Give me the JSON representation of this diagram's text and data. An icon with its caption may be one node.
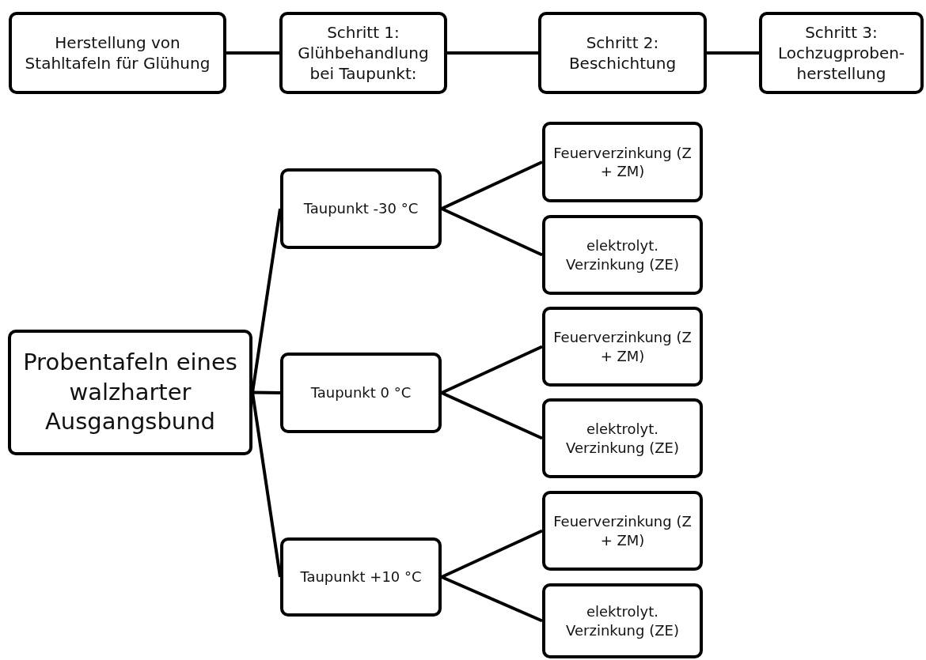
{
  "diagram": {
    "nodes": [
      {
        "text": [
          "Herstellung von Stahltafeln für Glühung"
        ]
      },
      {
        "text": [
          "Schritt 1: Glühbehandlung bei Taupunkt:"
        ]
      },
      {
        "text": [
          "Schritt 2: Beschichtung"
        ]
      },
      {
        "text": [
          "Schritt 3: Lochzugproben-herstellung"
        ]
      },
      {
        "text": [
          "Probentafeln eines walzharter Ausgangsbund"
        ]
      },
      {
        "text": [
          "Taupunkt -30 °C"
        ]
      },
      {
        "text": [
          "Feuerverzinkung (Z + ZM)"
        ]
      },
      {
        "text": [
          "elektrolyt. Verzinkung (ZE)"
        ]
      },
      {
        "text": [
          "Taupunkt 0 °C"
        ]
      },
      {
        "text": [
          "Feuerverzinkung (Z + ZM)"
        ]
      },
      {
        "text": [
          "elektrolyt. Verzinkung (ZE)"
        ]
      },
      {
        "text": [
          "Taupunkt +10 °C"
        ]
      },
      {
        "text": [
          "Feuerverzinkung (Z + ZM)"
        ]
      },
      {
        "text": [
          "elektrolyt. Verzinkung (ZE)"
        ]
      }
    ],
    "edges": [
      {
        "from": 0,
        "to": 1,
        "arrow": "none"
      },
      {
        "from": 1,
        "to": 2,
        "arrow": "none"
      },
      {
        "from": 2,
        "to": 3,
        "arrow": "none"
      },
      {
        "from": 4,
        "to": 5,
        "arrow": "none"
      },
      {
        "from": 4,
        "to": 8,
        "arrow": "none"
      },
      {
        "from": 4,
        "to": 11,
        "arrow": "none"
      },
      {
        "from": 5,
        "to": 6,
        "arrow": "none"
      },
      {
        "from": 5,
        "to": 7,
        "arrow": "none"
      },
      {
        "from": 8,
        "to": 9,
        "arrow": "none"
      },
      {
        "from": 8,
        "to": 10,
        "arrow": "none"
      },
      {
        "from": 11,
        "to": 12,
        "arrow": "none"
      },
      {
        "from": 11,
        "to": 13,
        "arrow": "none"
      }
    ]
  }
}
